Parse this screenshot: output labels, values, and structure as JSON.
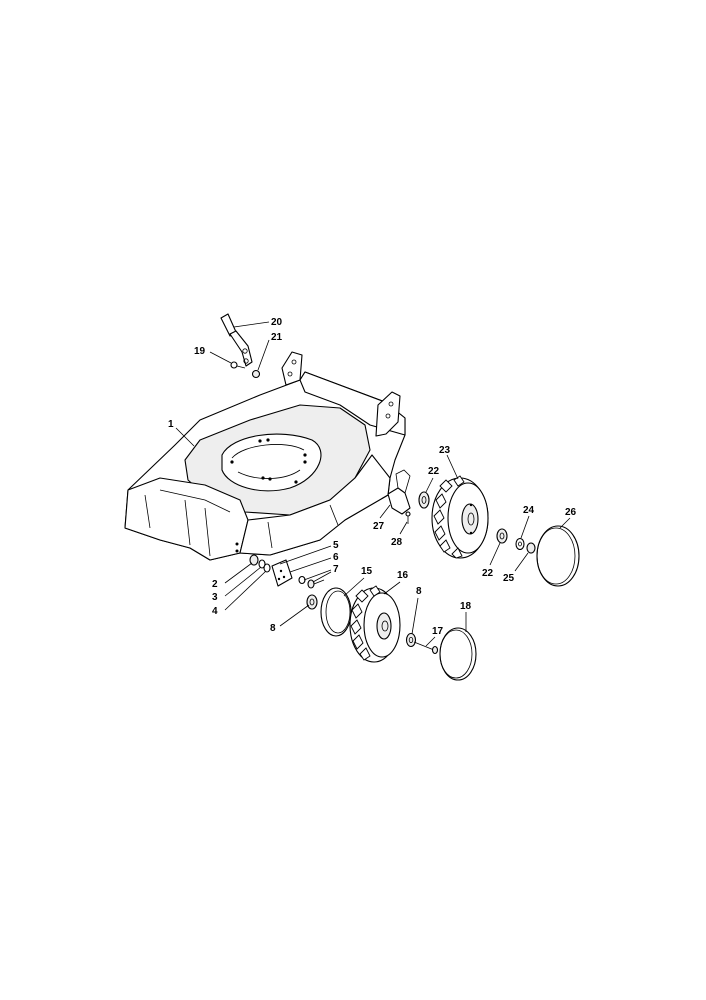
{
  "callouts": [
    "1",
    "2",
    "3",
    "4",
    "5",
    "6",
    "7",
    "8",
    "8",
    "15",
    "16",
    "17",
    "18",
    "19",
    "20",
    "21",
    "22",
    "22",
    "23",
    "24",
    "25",
    "26",
    "27",
    "28"
  ]
}
